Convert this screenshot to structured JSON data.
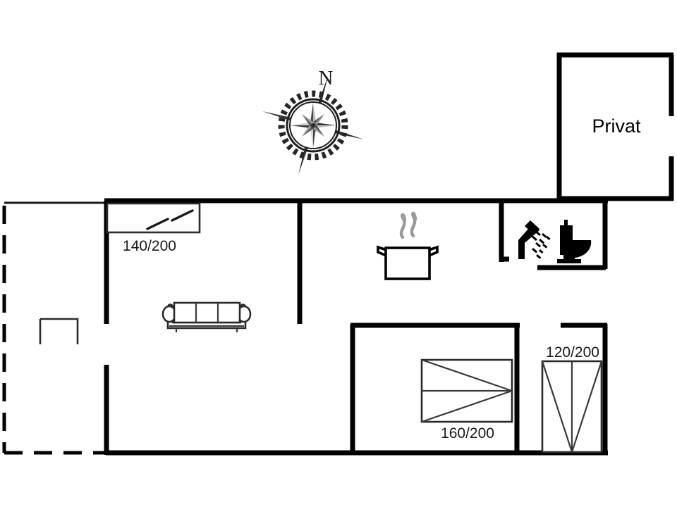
{
  "plan": {
    "title": "Holiday house floor plan",
    "rooms": [
      {
        "name": "private-room",
        "label": "Privat"
      }
    ],
    "bed_labels": [
      {
        "name": "bed-140-200",
        "label": "140/200"
      },
      {
        "name": "bed-160-200",
        "label": "160/200"
      },
      {
        "name": "bed-120-200",
        "label": "120/200"
      }
    ],
    "compass": {
      "north_letter": "N"
    },
    "icons": [
      {
        "name": "sofa-icon",
        "meaning": "three-seat sofa"
      },
      {
        "name": "cooking-pot-icon",
        "meaning": "kitchen / cooking pot with steam"
      },
      {
        "name": "shower-icon",
        "meaning": "shower head"
      },
      {
        "name": "toilet-icon",
        "meaning": "toilet / WC"
      },
      {
        "name": "compass-rose-icon",
        "meaning": "north compass rose"
      },
      {
        "name": "terrace-table-icon",
        "meaning": "terrace table"
      }
    ],
    "colors": {
      "wall": "#000000",
      "furniture": "#2b2b2b",
      "steam": "#9a9a9a",
      "background": "#ffffff",
      "text": "#1a1a1a"
    }
  }
}
